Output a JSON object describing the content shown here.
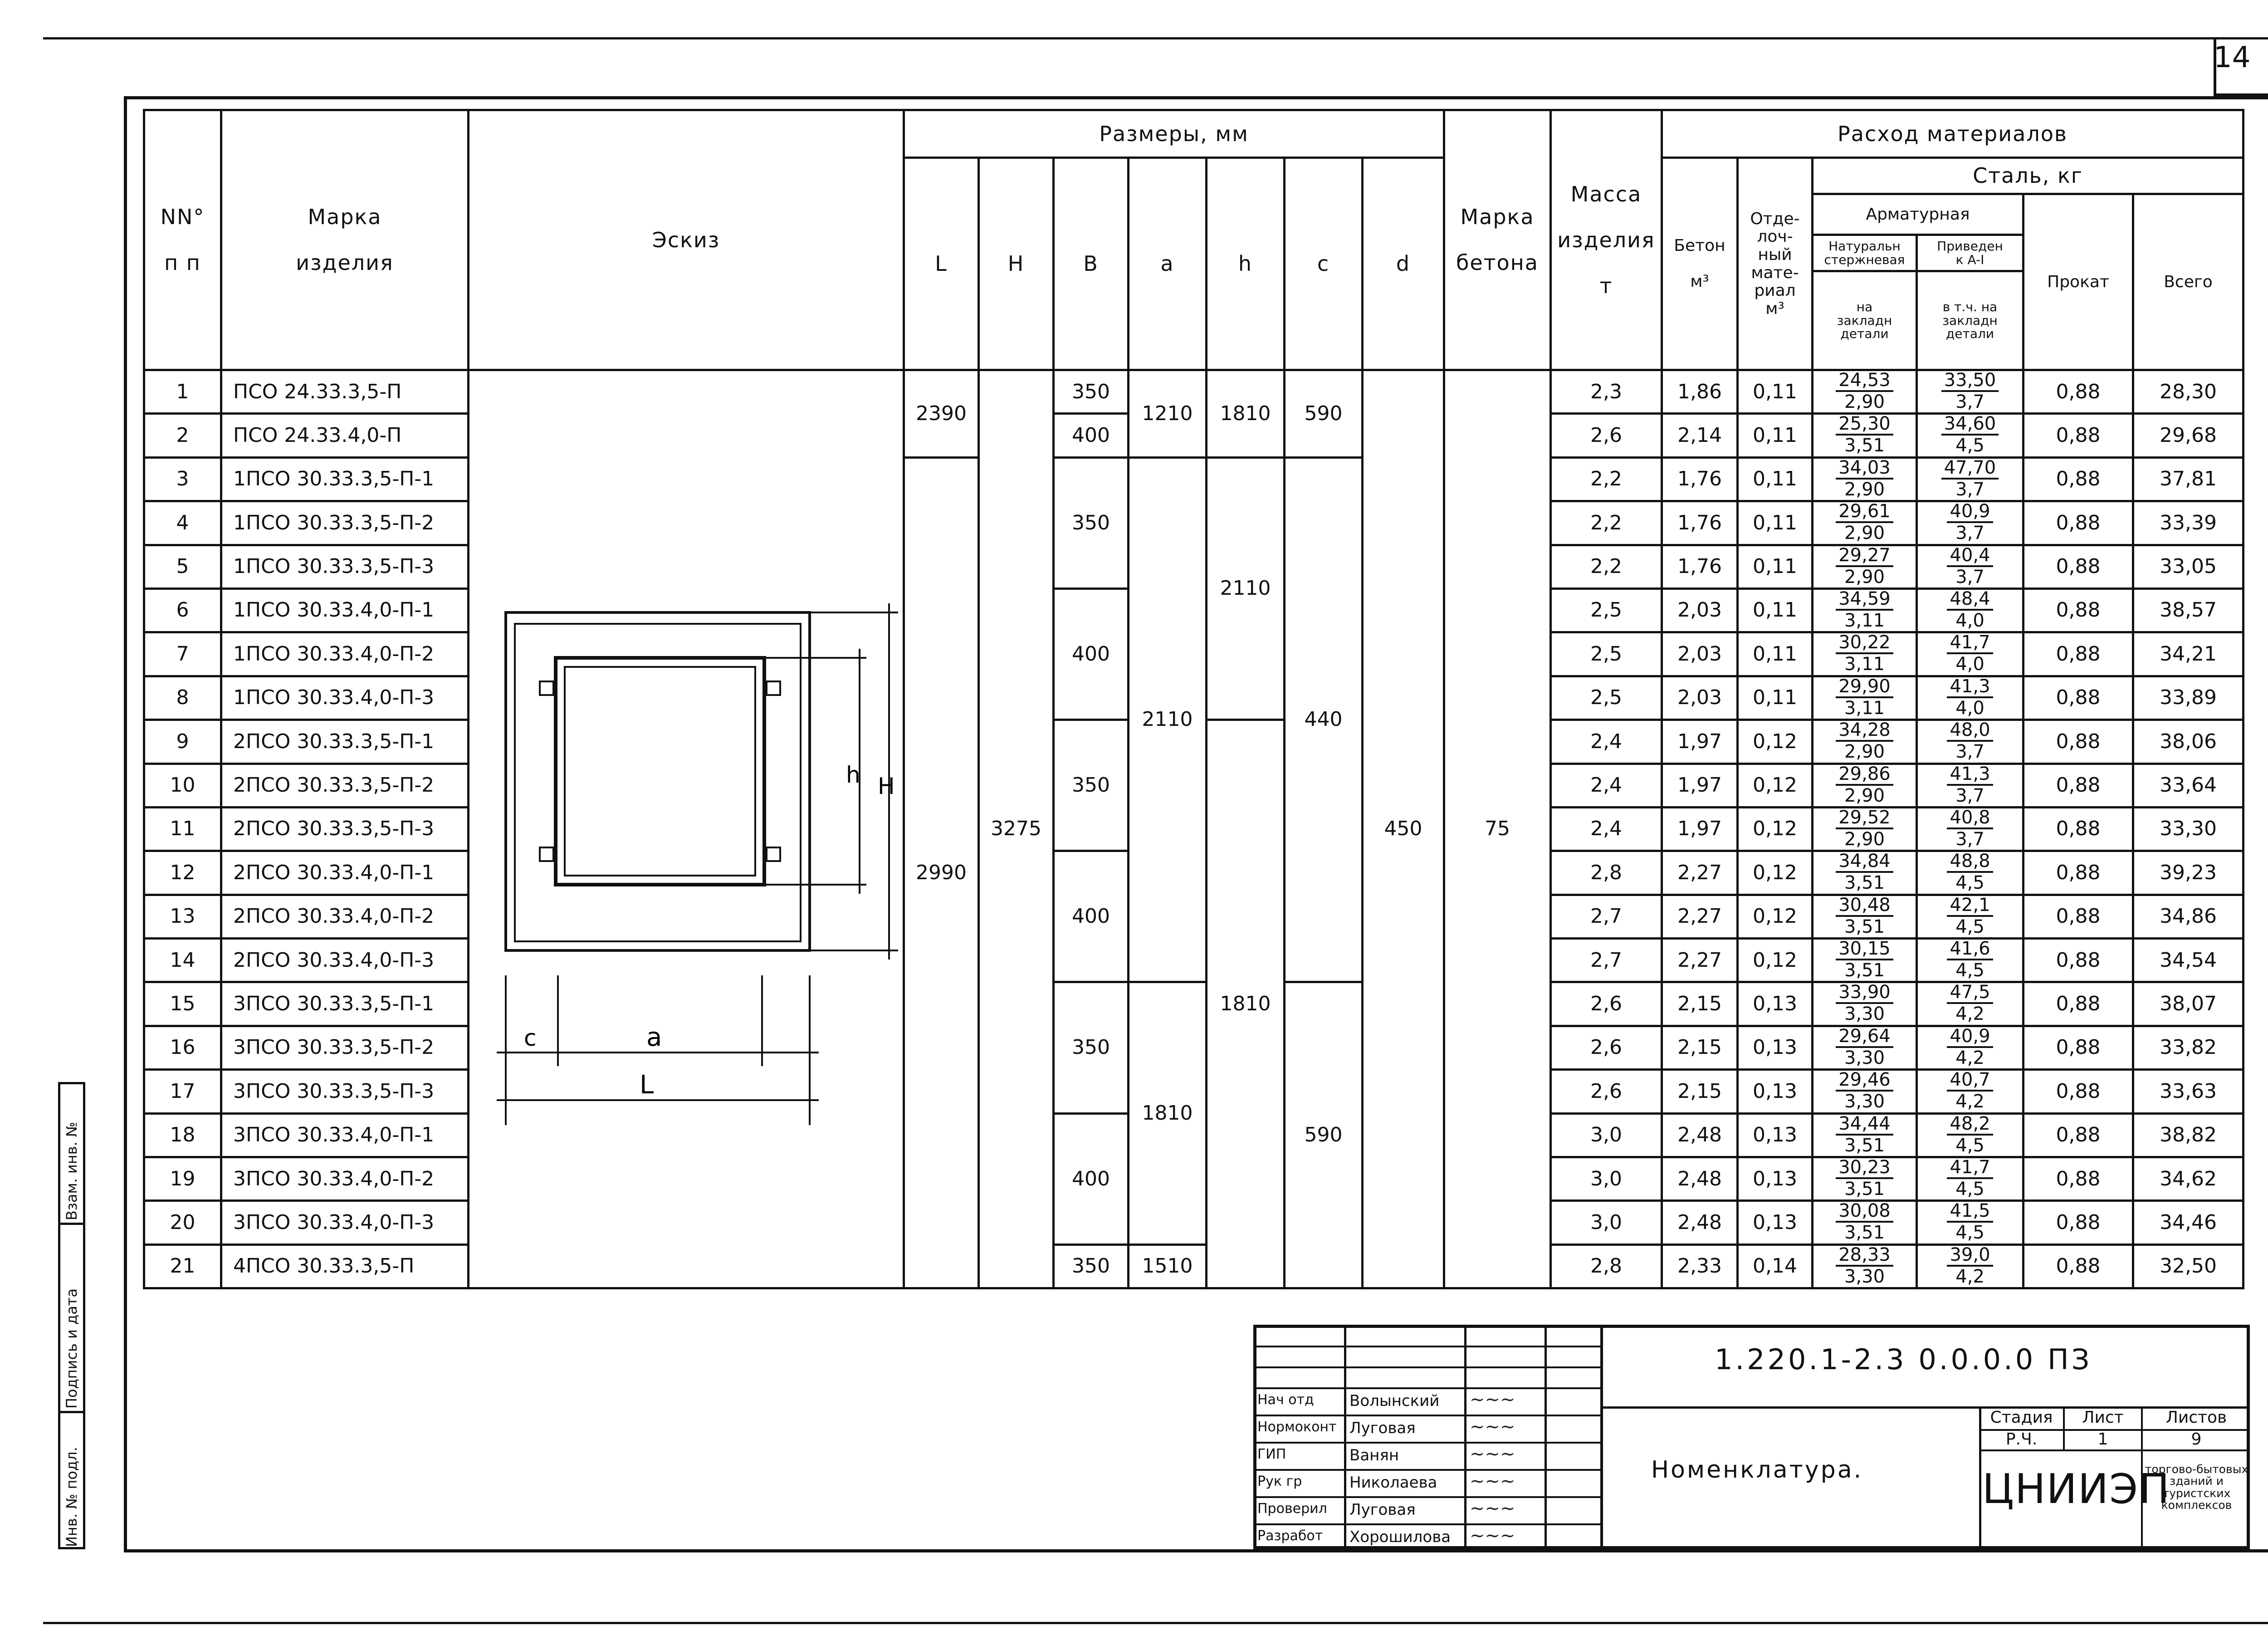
{
  "sheet_number": "14",
  "table": {
    "headers": {
      "nn": [
        "NN°",
        "п п"
      ],
      "mark": [
        "Марка",
        "изделия"
      ],
      "sketch": "Эскиз",
      "dimensions": "Размеры, мм",
      "dim_cols": [
        "L",
        "H",
        "B",
        "a",
        "h",
        "c",
        "d"
      ],
      "concrete_grade": [
        "Марка",
        "бетона"
      ],
      "mass": [
        "Масса",
        "изделия",
        "т"
      ],
      "consumption": "Расход материалов",
      "concrete": [
        "Бетон",
        "м³"
      ],
      "finishing": [
        "Отде-",
        "лоч-",
        "ный",
        "мате-",
        "риал",
        "м³"
      ],
      "steel": "Сталь, кг",
      "rebar": "Арматурная",
      "natural_rebar": [
        "Натуральн",
        "стержневая"
      ],
      "natural_sub": [
        "на",
        "закладн",
        "детали"
      ],
      "reduced_rebar": [
        "Приведен",
        "к A-I"
      ],
      "reduced_sub": [
        "в т.ч. на",
        "закладн",
        "детали"
      ],
      "rolled": "Прокат",
      "total": "Всего"
    },
    "rows": [
      {
        "n": "1",
        "mark": "ПСО 24.33.3,5-П",
        "mass": "2,3",
        "concrete": "1,86",
        "finish": "0,11",
        "nat": "24,53",
        "nat_e": "2,90",
        "red": "33,50",
        "red_e": "3,7",
        "rolled": "0,88",
        "total": "28,30"
      },
      {
        "n": "2",
        "mark": "ПСО 24.33.4,0-П",
        "mass": "2,6",
        "concrete": "2,14",
        "finish": "0,11",
        "nat": "25,30",
        "nat_e": "3,51",
        "red": "34,60",
        "red_e": "4,5",
        "rolled": "0,88",
        "total": "29,68"
      },
      {
        "n": "3",
        "mark": "1ПСО 30.33.3,5-П-1",
        "mass": "2,2",
        "concrete": "1,76",
        "finish": "0,11",
        "nat": "34,03",
        "nat_e": "2,90",
        "red": "47,70",
        "red_e": "3,7",
        "rolled": "0,88",
        "total": "37,81"
      },
      {
        "n": "4",
        "mark": "1ПСО 30.33.3,5-П-2",
        "mass": "2,2",
        "concrete": "1,76",
        "finish": "0,11",
        "nat": "29,61",
        "nat_e": "2,90",
        "red": "40,9",
        "red_e": "3,7",
        "rolled": "0,88",
        "total": "33,39"
      },
      {
        "n": "5",
        "mark": "1ПСО 30.33.3,5-П-3",
        "mass": "2,2",
        "concrete": "1,76",
        "finish": "0,11",
        "nat": "29,27",
        "nat_e": "2,90",
        "red": "40,4",
        "red_e": "3,7",
        "rolled": "0,88",
        "total": "33,05"
      },
      {
        "n": "6",
        "mark": "1ПСО 30.33.4,0-П-1",
        "mass": "2,5",
        "concrete": "2,03",
        "finish": "0,11",
        "nat": "34,59",
        "nat_e": "3,11",
        "red": "48,4",
        "red_e": "4,0",
        "rolled": "0,88",
        "total": "38,57"
      },
      {
        "n": "7",
        "mark": "1ПСО 30.33.4,0-П-2",
        "mass": "2,5",
        "concrete": "2,03",
        "finish": "0,11",
        "nat": "30,22",
        "nat_e": "3,11",
        "red": "41,7",
        "red_e": "4,0",
        "rolled": "0,88",
        "total": "34,21"
      },
      {
        "n": "8",
        "mark": "1ПСО 30.33.4,0-П-3",
        "mass": "2,5",
        "concrete": "2,03",
        "finish": "0,11",
        "nat": "29,90",
        "nat_e": "3,11",
        "red": "41,3",
        "red_e": "4,0",
        "rolled": "0,88",
        "total": "33,89"
      },
      {
        "n": "9",
        "mark": "2ПСО 30.33.3,5-П-1",
        "mass": "2,4",
        "concrete": "1,97",
        "finish": "0,12",
        "nat": "34,28",
        "nat_e": "2,90",
        "red": "48,0",
        "red_e": "3,7",
        "rolled": "0,88",
        "total": "38,06"
      },
      {
        "n": "10",
        "mark": "2ПСО 30.33.3,5-П-2",
        "mass": "2,4",
        "concrete": "1,97",
        "finish": "0,12",
        "nat": "29,86",
        "nat_e": "2,90",
        "red": "41,3",
        "red_e": "3,7",
        "rolled": "0,88",
        "total": "33,64"
      },
      {
        "n": "11",
        "mark": "2ПСО 30.33.3,5-П-3",
        "mass": "2,4",
        "concrete": "1,97",
        "finish": "0,12",
        "nat": "29,52",
        "nat_e": "2,90",
        "red": "40,8",
        "red_e": "3,7",
        "rolled": "0,88",
        "total": "33,30"
      },
      {
        "n": "12",
        "mark": "2ПСО 30.33.4,0-П-1",
        "mass": "2,8",
        "concrete": "2,27",
        "finish": "0,12",
        "nat": "34,84",
        "nat_e": "3,51",
        "red": "48,8",
        "red_e": "4,5",
        "rolled": "0,88",
        "total": "39,23"
      },
      {
        "n": "13",
        "mark": "2ПСО 30.33.4,0-П-2",
        "mass": "2,7",
        "concrete": "2,27",
        "finish": "0,12",
        "nat": "30,48",
        "nat_e": "3,51",
        "red": "42,1",
        "red_e": "4,5",
        "rolled": "0,88",
        "total": "34,86"
      },
      {
        "n": "14",
        "mark": "2ПСО 30.33.4,0-П-3",
        "mass": "2,7",
        "concrete": "2,27",
        "finish": "0,12",
        "nat": "30,15",
        "nat_e": "3,51",
        "red": "41,6",
        "red_e": "4,5",
        "rolled": "0,88",
        "total": "34,54"
      },
      {
        "n": "15",
        "mark": "3ПСО 30.33.3,5-П-1",
        "mass": "2,6",
        "concrete": "2,15",
        "finish": "0,13",
        "nat": "33,90",
        "nat_e": "3,30",
        "red": "47,5",
        "red_e": "4,2",
        "rolled": "0,88",
        "total": "38,07"
      },
      {
        "n": "16",
        "mark": "3ПСО 30.33.3,5-П-2",
        "mass": "2,6",
        "concrete": "2,15",
        "finish": "0,13",
        "nat": "29,64",
        "nat_e": "3,30",
        "red": "40,9",
        "red_e": "4,2",
        "rolled": "0,88",
        "total": "33,82"
      },
      {
        "n": "17",
        "mark": "3ПСО 30.33.3,5-П-3",
        "mass": "2,6",
        "concrete": "2,15",
        "finish": "0,13",
        "nat": "29,46",
        "nat_e": "3,30",
        "red": "40,7",
        "red_e": "4,2",
        "rolled": "0,88",
        "total": "33,63"
      },
      {
        "n": "18",
        "mark": "3ПСО 30.33.4,0-П-1",
        "mass": "3,0",
        "concrete": "2,48",
        "finish": "0,13",
        "nat": "34,44",
        "nat_e": "3,51",
        "red": "48,2",
        "red_e": "4,5",
        "rolled": "0,88",
        "total": "38,82"
      },
      {
        "n": "19",
        "mark": "3ПСО 30.33.4,0-П-2",
        "mass": "3,0",
        "concrete": "2,48",
        "finish": "0,13",
        "nat": "30,23",
        "nat_e": "3,51",
        "red": "41,7",
        "red_e": "4,5",
        "rolled": "0,88",
        "total": "34,62"
      },
      {
        "n": "20",
        "mark": "3ПСО 30.33.4,0-П-3",
        "mass": "3,0",
        "concrete": "2,48",
        "finish": "0,13",
        "nat": "30,08",
        "nat_e": "3,51",
        "red": "41,5",
        "red_e": "4,5",
        "rolled": "0,88",
        "total": "34,46"
      },
      {
        "n": "21",
        "mark": "4ПСО 30.33.3,5-П",
        "mass": "2,8",
        "concrete": "2,33",
        "finish": "0,14",
        "nat": "28,33",
        "nat_e": "3,30",
        "red": "39,0",
        "red_e": "4,2",
        "rolled": "0,88",
        "total": "32,50"
      }
    ],
    "merged": {
      "L_a": "2390",
      "L_b": "2990",
      "H": "3275",
      "B": [
        "350",
        "400",
        "350",
        "400",
        "350",
        "400",
        "350",
        "400",
        "350"
      ],
      "a": [
        "1210",
        "2110",
        "1810",
        "1510"
      ],
      "h": [
        "1810",
        "2110",
        "1810"
      ],
      "c": [
        "590",
        "440",
        "590"
      ],
      "d": "450",
      "grade": "75"
    },
    "sketch_labels": {
      "c": "c",
      "a": "a",
      "L": "L",
      "h": "h",
      "H": "H"
    }
  },
  "side_stamp": [
    "Инв. № подл.",
    "Подпись и дата",
    "Взам. инв. №"
  ],
  "title_block": {
    "code": "1.220.1-2.3 0.0.0.0 ПЗ",
    "title": "Номенклатура.",
    "roles": [
      "Нач отд",
      "Нормоконт",
      "ГИП",
      "Рук гр",
      "Проверил",
      "Разработ"
    ],
    "names": [
      "Волынский",
      "Луговая",
      "Ванян",
      "Николаева",
      "Луговая",
      "Хорошилова"
    ],
    "stage_head": [
      "Стадия",
      "Лист",
      "Листов"
    ],
    "stage_vals": [
      "Р.Ч.",
      "1",
      "9"
    ],
    "org": "ЦНИИЭП",
    "org_desc": "торгово-бытовых зданий и туристских комплексов"
  }
}
